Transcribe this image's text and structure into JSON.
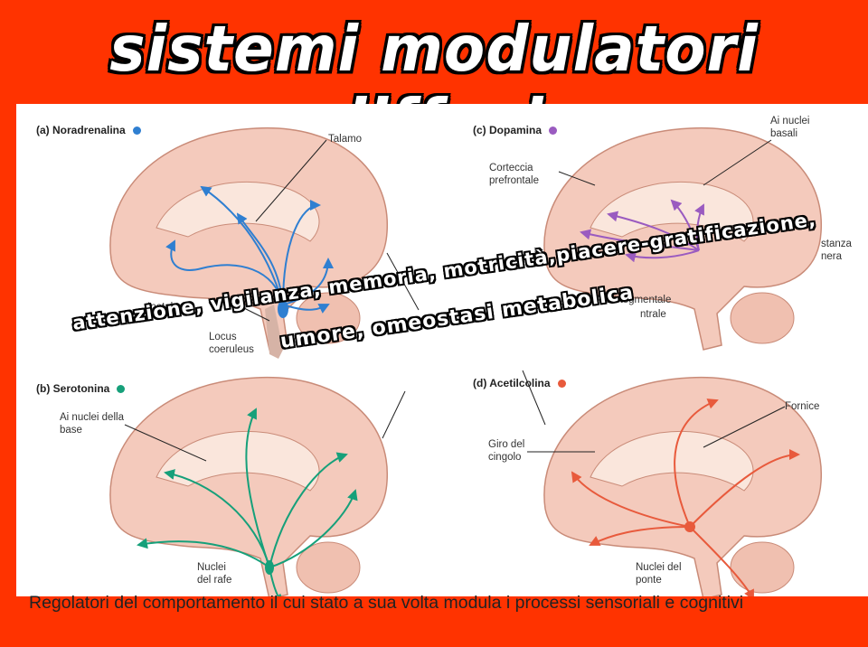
{
  "title": "sistemi modulatori diffusi",
  "panels": {
    "a": {
      "label": "(a) Noradrenalina",
      "color": "#2f7fd1",
      "labels": {
        "talamo": "Talamo",
        "ipotalamo": "Ipotalamo",
        "locus": "Locus coeruleus"
      }
    },
    "b": {
      "label": "(b) Serotonina",
      "color": "#16a07a",
      "labels": {
        "nuclei_base": "Ai nuclei della base",
        "nuclei_rafe": "Nuclei del rafe"
      }
    },
    "c": {
      "label": "(c) Dopamina",
      "color": "#9a5bc0",
      "labels": {
        "nuclei_basali": "Ai nuclei basali",
        "corteccia": "Corteccia prefrontale",
        "sostanza": "stanza nera",
        "area": "Area tegmentale",
        "ventrale": "ntrale"
      }
    },
    "d": {
      "label": "(d) Acetilcolina",
      "color": "#e85a3c",
      "labels": {
        "fornice": "Fornice",
        "cingolo": "Giro del cingolo",
        "ponte": "Nuclei del ponte"
      }
    }
  },
  "overlay": {
    "line1": "attenzione, vigilanza, memoria, motricità,piacere-gratificazione,",
    "line2": "umore, omeostasi metabolica"
  },
  "caption": "Regolatori del comportamento il cui stato a sua volta modula i processi sensoriali e cognitivi",
  "colors": {
    "background": "#ff3300",
    "panel": "#ffffff"
  }
}
